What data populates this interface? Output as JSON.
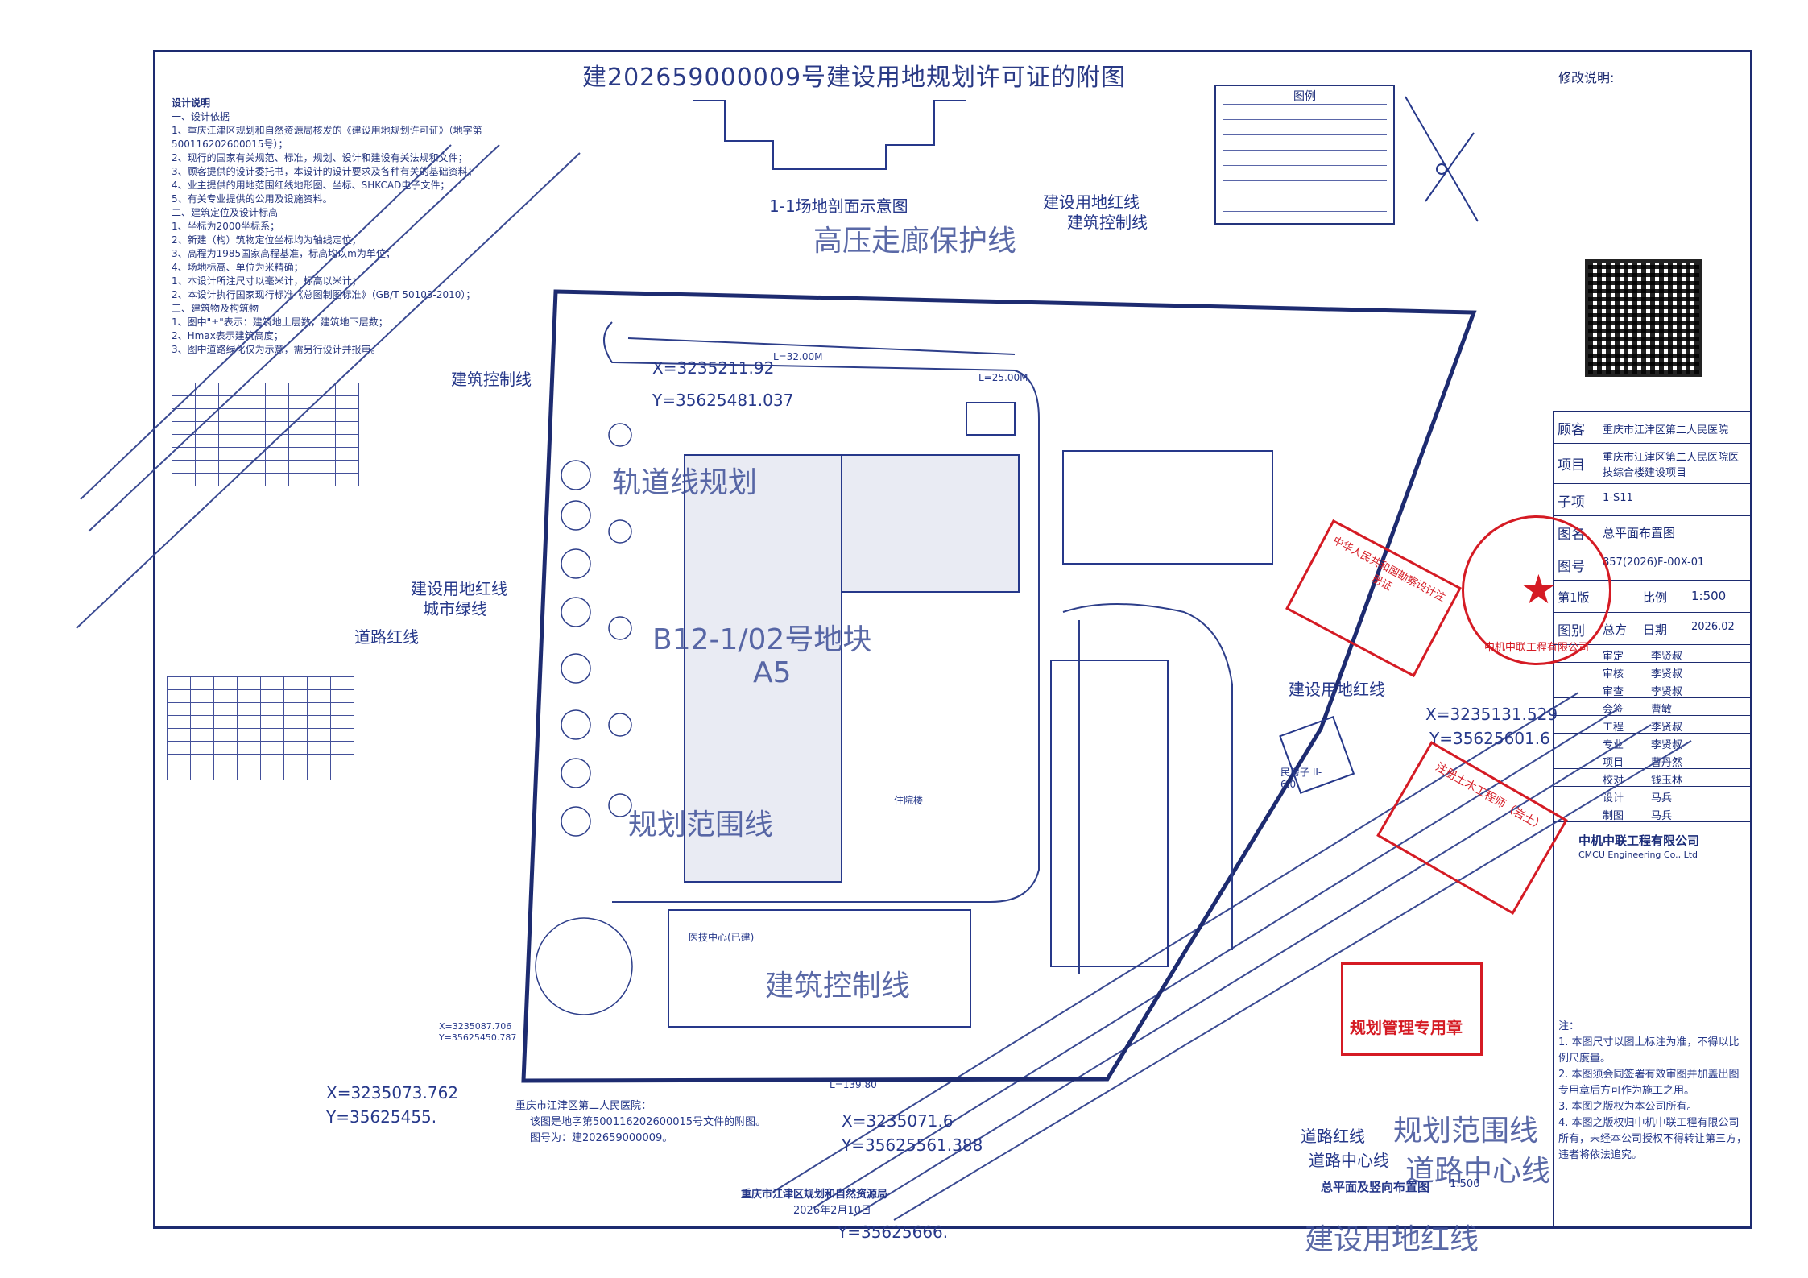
{
  "title": "建202659000009号建设用地规划许可证的附图",
  "revision_label": "修改说明:",
  "notes": {
    "heading": "设计说明",
    "lines": [
      "一、设计依据",
      "1、重庆江津区规划和自然资源局核发的《建设用地规划许可证》（地字第500116202600015号）；",
      "2、现行的国家有关规范、标准，规划、设计和建设有关法规和文件；",
      "3、顾客提供的设计委托书，本设计的设计要求及各种有关的基础资料；",
      "4、业主提供的用地范围红线地形图、坐标、SHKCAD电子文件；",
      "5、有关专业提供的公用及设施资料。",
      "二、建筑定位及设计标高",
      "1、坐标为2000坐标系；",
      "2、新建（构）筑物定位坐标均为轴线定位；",
      "3、高程为1985国家高程基准，标高均以m为单位；",
      "4、场地标高、单位为米精确；",
      "1、本设计所注尺寸以毫米计，标高以米计；",
      "2、本设计执行国家现行标准《总图制图标准》（GB/T 50103-2010）；",
      "三、建筑物及构筑物",
      "1、图中\"±\"表示：建筑地上层数，建筑地下层数；",
      "2、Hmax表示建筑高度；",
      "3、图中道路绿化仅为示意，需另行设计并报审。"
    ]
  },
  "legend": {
    "title": "图例",
    "rows": 8
  },
  "section": {
    "label": "1-1场地剖面示意图"
  },
  "plan_labels": {
    "high_voltage": "高压走廊保护线",
    "ring_line": "轨道线规划",
    "plot": "B12-1/02号地块",
    "plot_code": "A5",
    "planning_scope": "规划范围线",
    "building_control": "建筑控制线",
    "building_control_2": "建筑控制线",
    "building_control_3": "建筑控制线",
    "land_red_line": "建设用地红线",
    "land_red_line_2": "建设用地红线",
    "land_red_line_3": "建设用地红线",
    "city_green": "城市绿线",
    "road_red": "道路红线",
    "road_red_2": "道路红线",
    "road_center": "道路中心线",
    "planning_scope_2": "规划范围线",
    "road_center_2": "道路中心线",
    "land_red_line_bottom": "建设用地红线",
    "residence": "民房子 II-6.0",
    "outpatient": "医技中心(已建)",
    "inpatient": "住院楼",
    "coord_1": "X=3235073.762",
    "coord_1y": "Y=35625455.",
    "coord_2": "X=3235071.6",
    "coord_2y": "Y=35625561.388",
    "coord_3": "X=3235131.529",
    "coord_3y": "Y=35625601.6",
    "coord_bottom": "Y=35625666.",
    "coord_left": "X=3235087.706",
    "coord_lefty": "Y=35625450.787",
    "coord_top": "X=3235211.92",
    "coord_topy": "Y=35625481.037",
    "dim_1": "L=139.80",
    "dim_2": "L=25.00M",
    "dim_3": "L=32.00M"
  },
  "approval": {
    "line1": "重庆市江津区第二人民医院：",
    "line2": "该图是地字第500116202600015号文件的附图。",
    "line3": "图号为：建202659000009。",
    "bureau": "重庆市江津区规划和自然资源局",
    "date": "2026年2月10日",
    "drawing_name": "总平面及竖向布置图",
    "drawing_scale": "1:500"
  },
  "titleblock": {
    "client_label": "顾客",
    "client": "重庆市江津区第二人民医院",
    "project_label": "项目",
    "project": "重庆市江津区第二人民医院医技综合楼建设项目",
    "sub_label": "子项",
    "sub": "1-S11",
    "drawing_title_label": "图名",
    "drawing_title": "总平面布置图",
    "drawing_no_label": "图号",
    "drawing_no": "857(2026)F-00X-01",
    "edition": "第1版",
    "scale_label": "比例",
    "scale": "1:500",
    "type_label": "图别",
    "type": "总方",
    "date_label": "日期",
    "date": "2026.02",
    "roles": [
      {
        "role": "审定",
        "name": "李贤叔"
      },
      {
        "role": "审核",
        "name": "李贤叔"
      },
      {
        "role": "审查",
        "name": "李贤叔"
      },
      {
        "role": "会签",
        "name": "曹敏"
      },
      {
        "role": "工程",
        "name": "李贤叔"
      },
      {
        "role": "专业",
        "name": "李贤叔"
      },
      {
        "role": "项目",
        "name": "曹丹然"
      },
      {
        "role": "校对",
        "name": "钱玉林"
      },
      {
        "role": "设计",
        "name": "马兵"
      },
      {
        "role": "制图",
        "name": "马兵"
      }
    ],
    "company": "中机中联工程有限公司",
    "company_en": "CMCU Engineering Co., Ltd"
  },
  "right_notes": [
    "注：",
    "1. 本图尺寸以图上标注为准，不得以比例尺度量。",
    "2. 本图须会同签署有效审图并加盖出图专用章后方可作为施工之用。",
    "3. 本图之版权为本公司所有。",
    "4. 本图之版权归中机中联工程有限公司所有，未经本公司授权不得转让第三方，违者将依法追究。"
  ],
  "stamps": {
    "company_seal": "中机中联工程有限公司",
    "review_seal": "中华人民共和国勘察设计注册证",
    "reg_seal": "注册土木工程师（岩土）",
    "planning_seal": "规划管理专用章"
  },
  "colors": {
    "ink": "#1e2f7a",
    "stamp_red": "#d51b24"
  }
}
